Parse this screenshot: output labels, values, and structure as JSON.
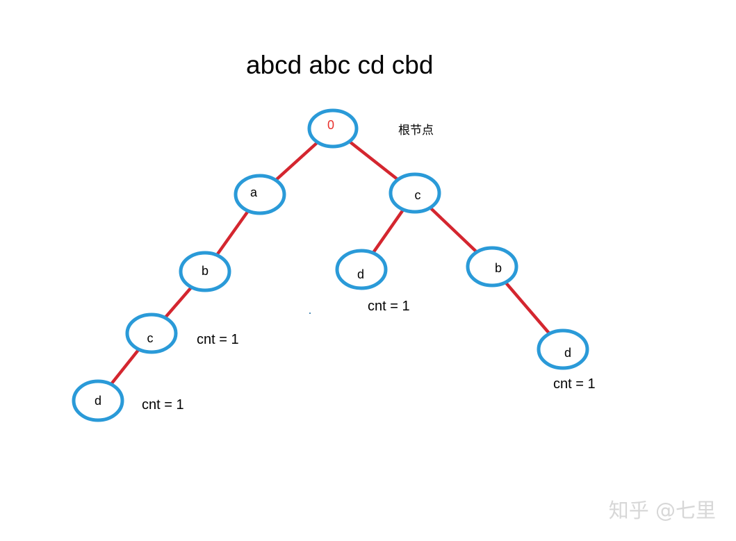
{
  "title": "abcd  abc cd cbd",
  "root_note": "根节点",
  "watermark": "知乎 @七里",
  "colors": {
    "edge": "#d4262f",
    "node_stroke": "#2a9ad8",
    "root_label": "#e8302c"
  },
  "trie": {
    "nodes": [
      {
        "id": "root",
        "label": "0"
      },
      {
        "id": "a",
        "label": "a"
      },
      {
        "id": "ab",
        "label": "b"
      },
      {
        "id": "abc",
        "label": "c"
      },
      {
        "id": "abcd",
        "label": "d"
      },
      {
        "id": "c",
        "label": "c"
      },
      {
        "id": "cd",
        "label": "d"
      },
      {
        "id": "cb",
        "label": "b"
      },
      {
        "id": "cbd",
        "label": "d"
      }
    ],
    "edges": [
      {
        "from": "root",
        "to": "a"
      },
      {
        "from": "a",
        "to": "ab"
      },
      {
        "from": "ab",
        "to": "abc"
      },
      {
        "from": "abc",
        "to": "abcd"
      },
      {
        "from": "root",
        "to": "c"
      },
      {
        "from": "c",
        "to": "cd"
      },
      {
        "from": "c",
        "to": "cb"
      },
      {
        "from": "cb",
        "to": "cbd"
      }
    ],
    "counts": [
      {
        "node": "abc",
        "text": "cnt = 1"
      },
      {
        "node": "abcd",
        "text": "cnt = 1"
      },
      {
        "node": "cd",
        "text": "cnt = 1"
      },
      {
        "node": "cbd",
        "text": "cnt = 1"
      }
    ]
  }
}
